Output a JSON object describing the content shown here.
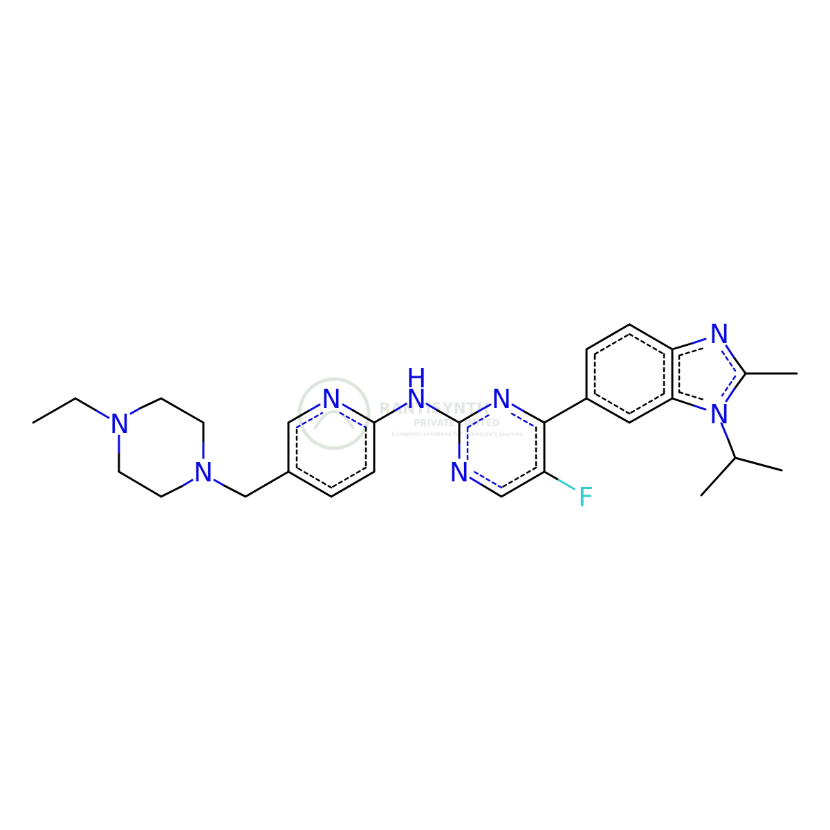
{
  "structure": {
    "colors": {
      "bond": "#000000",
      "nitrogen": "#0a0ae0",
      "fluorine": "#33cccc",
      "background": "#ffffff",
      "watermark": "#9aa69a"
    },
    "atoms": {
      "n_pip1": "N",
      "n_pip2": "N",
      "n_pyridine": "N",
      "nh_linker": "N",
      "h_linker": "H",
      "n_pyrimidine1": "N",
      "n_pyrimidine2": "N",
      "f_atom": "F",
      "n_imidazole1": "N",
      "n_imidazole2": "N"
    },
    "watermark": {
      "line1": "RANTISYNTH",
      "line2": "PRIVATE LIMITED",
      "line3": "Complete solutions for molecule's journey"
    }
  }
}
